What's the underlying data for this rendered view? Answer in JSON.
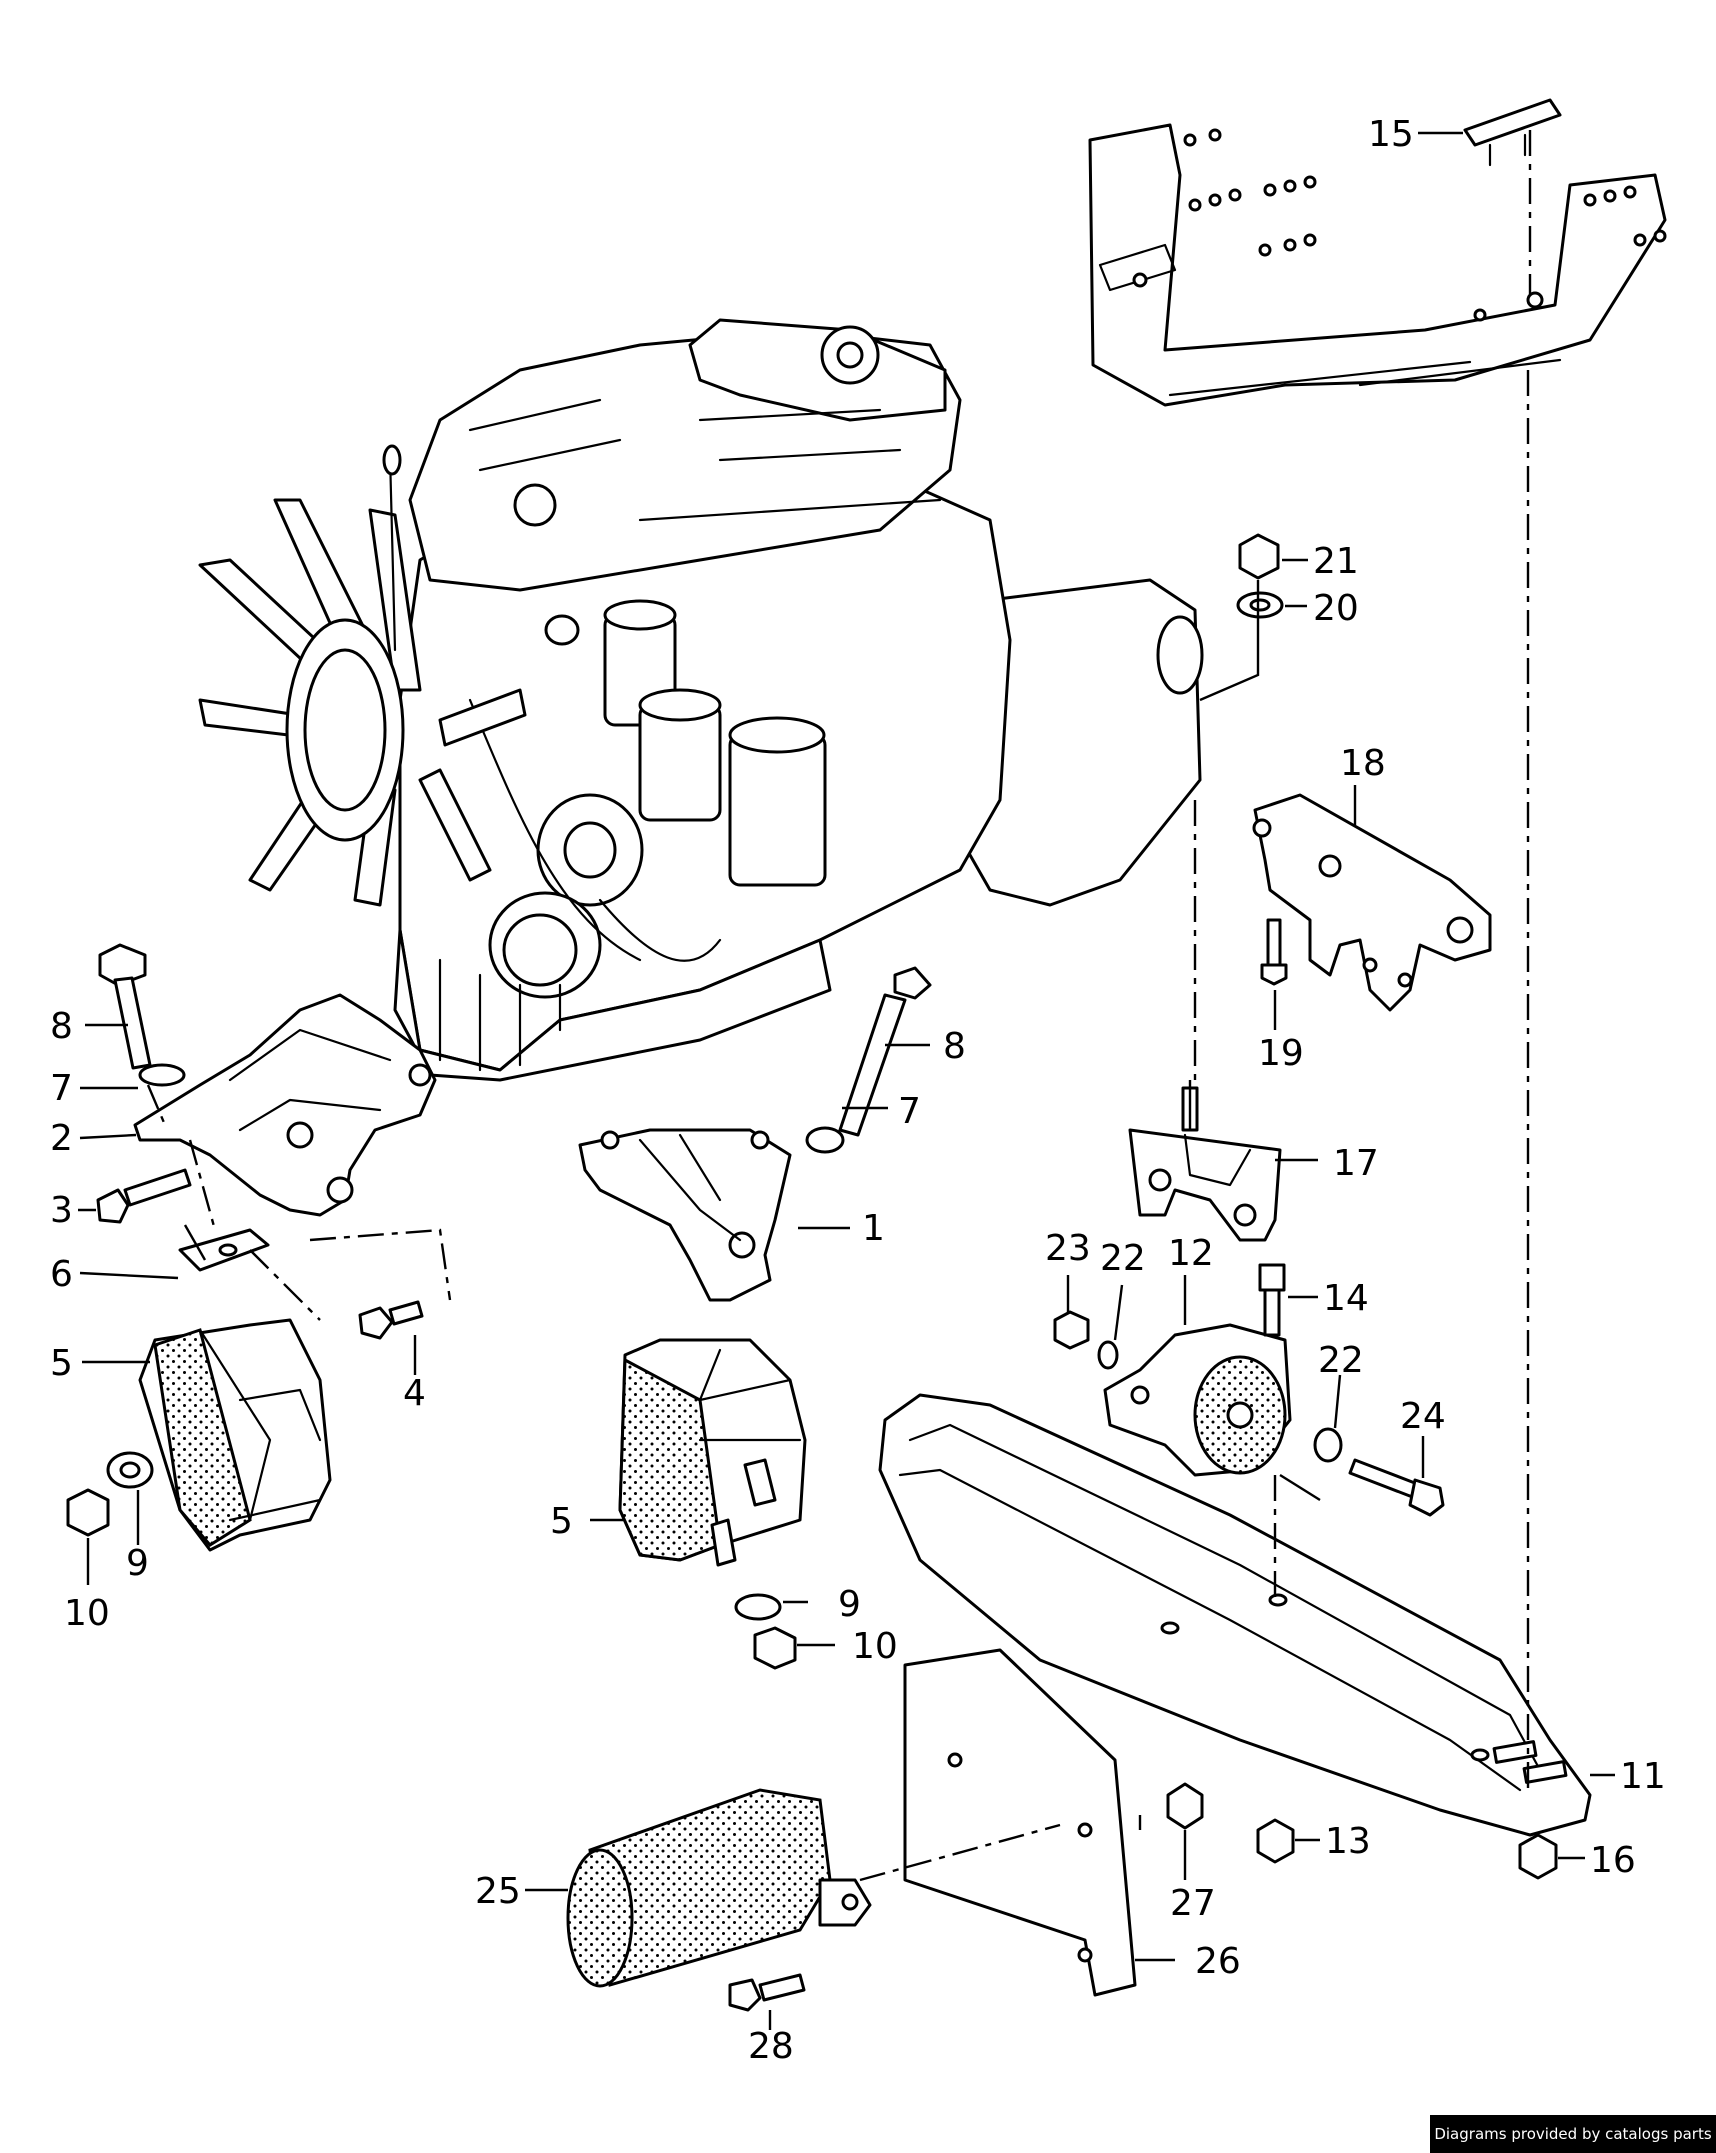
{
  "diagram": {
    "callouts": [
      {
        "id": "15",
        "text": "15"
      },
      {
        "id": "21",
        "text": "21"
      },
      {
        "id": "20",
        "text": "20"
      },
      {
        "id": "18",
        "text": "18"
      },
      {
        "id": "19",
        "text": "19"
      },
      {
        "id": "17",
        "text": "17"
      },
      {
        "id": "23",
        "text": "23"
      },
      {
        "id": "22a",
        "text": "22"
      },
      {
        "id": "12",
        "text": "12"
      },
      {
        "id": "14",
        "text": "14"
      },
      {
        "id": "22b",
        "text": "22"
      },
      {
        "id": "24",
        "text": "24"
      },
      {
        "id": "11",
        "text": "11"
      },
      {
        "id": "13",
        "text": "13"
      },
      {
        "id": "16",
        "text": "16"
      },
      {
        "id": "27",
        "text": "27"
      },
      {
        "id": "26",
        "text": "26"
      },
      {
        "id": "25",
        "text": "25"
      },
      {
        "id": "28",
        "text": "28"
      },
      {
        "id": "8a",
        "text": "8"
      },
      {
        "id": "7a",
        "text": "7"
      },
      {
        "id": "2",
        "text": "2"
      },
      {
        "id": "3",
        "text": "3"
      },
      {
        "id": "6",
        "text": "6"
      },
      {
        "id": "5a",
        "text": "5"
      },
      {
        "id": "4",
        "text": "4"
      },
      {
        "id": "9a",
        "text": "9"
      },
      {
        "id": "10a",
        "text": "10"
      },
      {
        "id": "8b",
        "text": "8"
      },
      {
        "id": "7b",
        "text": "7"
      },
      {
        "id": "1",
        "text": "1"
      },
      {
        "id": "5b",
        "text": "5"
      },
      {
        "id": "9b",
        "text": "9"
      },
      {
        "id": "10b",
        "text": "10"
      }
    ]
  },
  "watermark": "Diagrams provided by catalogs parts"
}
